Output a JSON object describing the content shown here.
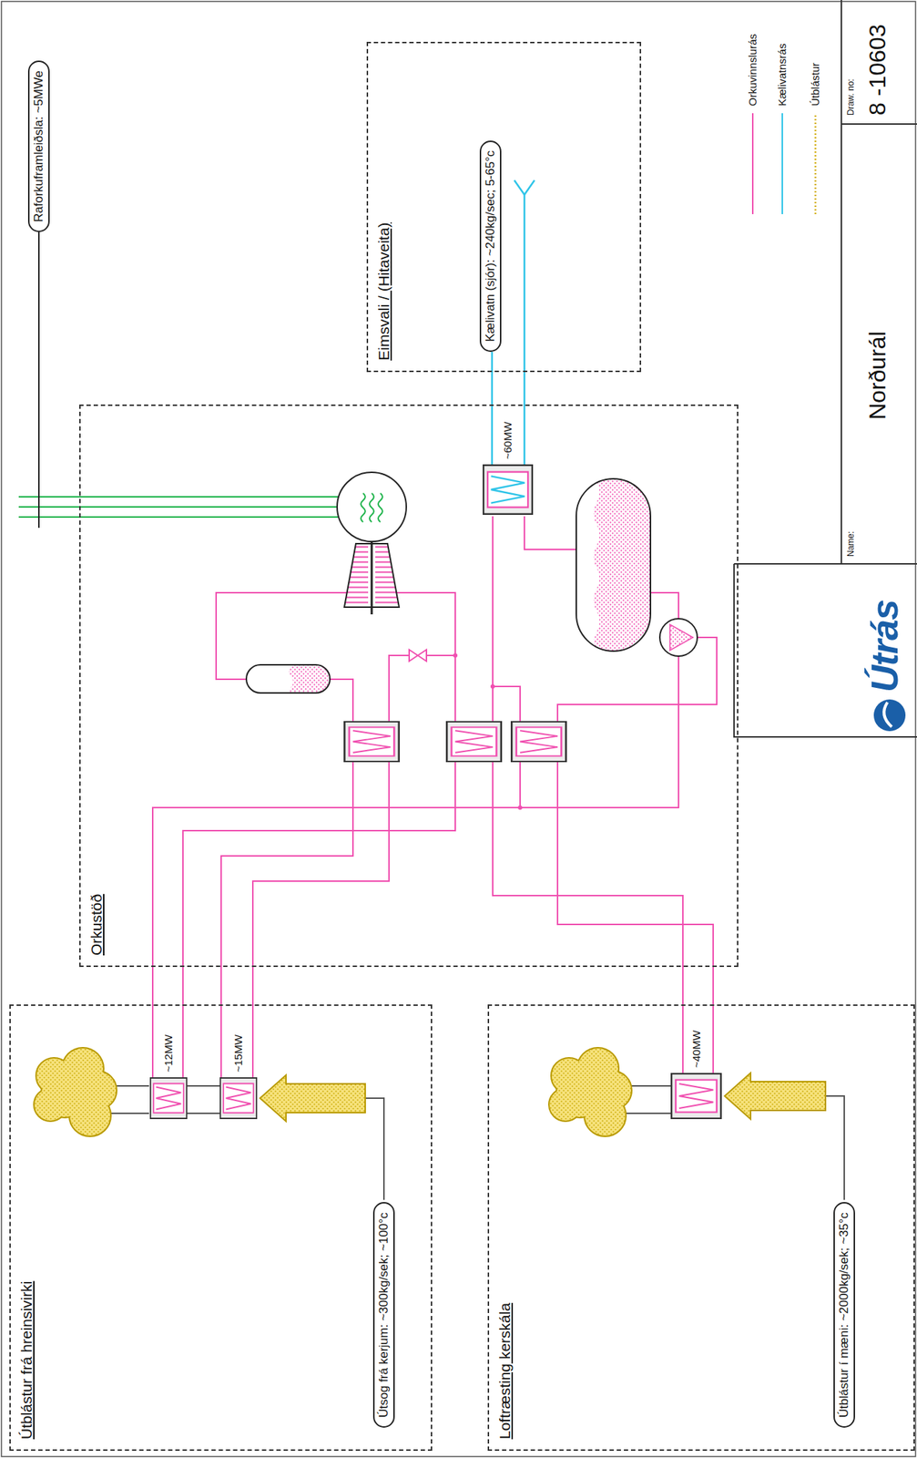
{
  "diagram": {
    "nodes": [
      {
        "text": [
          "Raforkuframleiðsla: ~5MWe"
        ]
      },
      {
        "text": [
          "Eimsvali / (Hitaveita)"
        ]
      },
      {
        "text": [
          "Kælivatn (sjór): ~240kg/sec; 5-65°c"
        ],
        "in": 1
      },
      {
        "text": [
          "Orkustöð"
        ]
      },
      {
        "text": [
          "~60MW"
        ],
        "in": 3
      },
      {
        "text": [
          "Útblástur frá hreinsivirki"
        ]
      },
      {
        "text": [
          "~12MW"
        ],
        "in": 5
      },
      {
        "text": [
          "~15MW"
        ],
        "in": 5
      },
      {
        "text": [
          "Útsog frá kerjum: ~300kg/sek; ~100°c"
        ],
        "in": 5
      },
      {
        "text": [
          "Loftræsting kerskála"
        ]
      },
      {
        "text": [
          "~40MW"
        ],
        "in": 9
      },
      {
        "text": [
          "Útblástur í mæni: ~2000kg/sek; ~35°c"
        ],
        "in": 9
      }
    ],
    "edges": [
      {
        "from": 2,
        "to": 4,
        "arrow": "none"
      },
      {
        "from": 8,
        "to": 7,
        "arrow": "to"
      },
      {
        "from": 11,
        "to": 10,
        "arrow": "to"
      }
    ],
    "labels": [
      "Name:",
      "Norðurál",
      "Draw. no:",
      "8 -10603",
      "Útrás"
    ],
    "legend": [
      {
        "text": "Orkuvinnslurás"
      },
      {
        "text": "Kælivatnsrás"
      },
      {
        "text": "Útblástur"
      }
    ]
  }
}
